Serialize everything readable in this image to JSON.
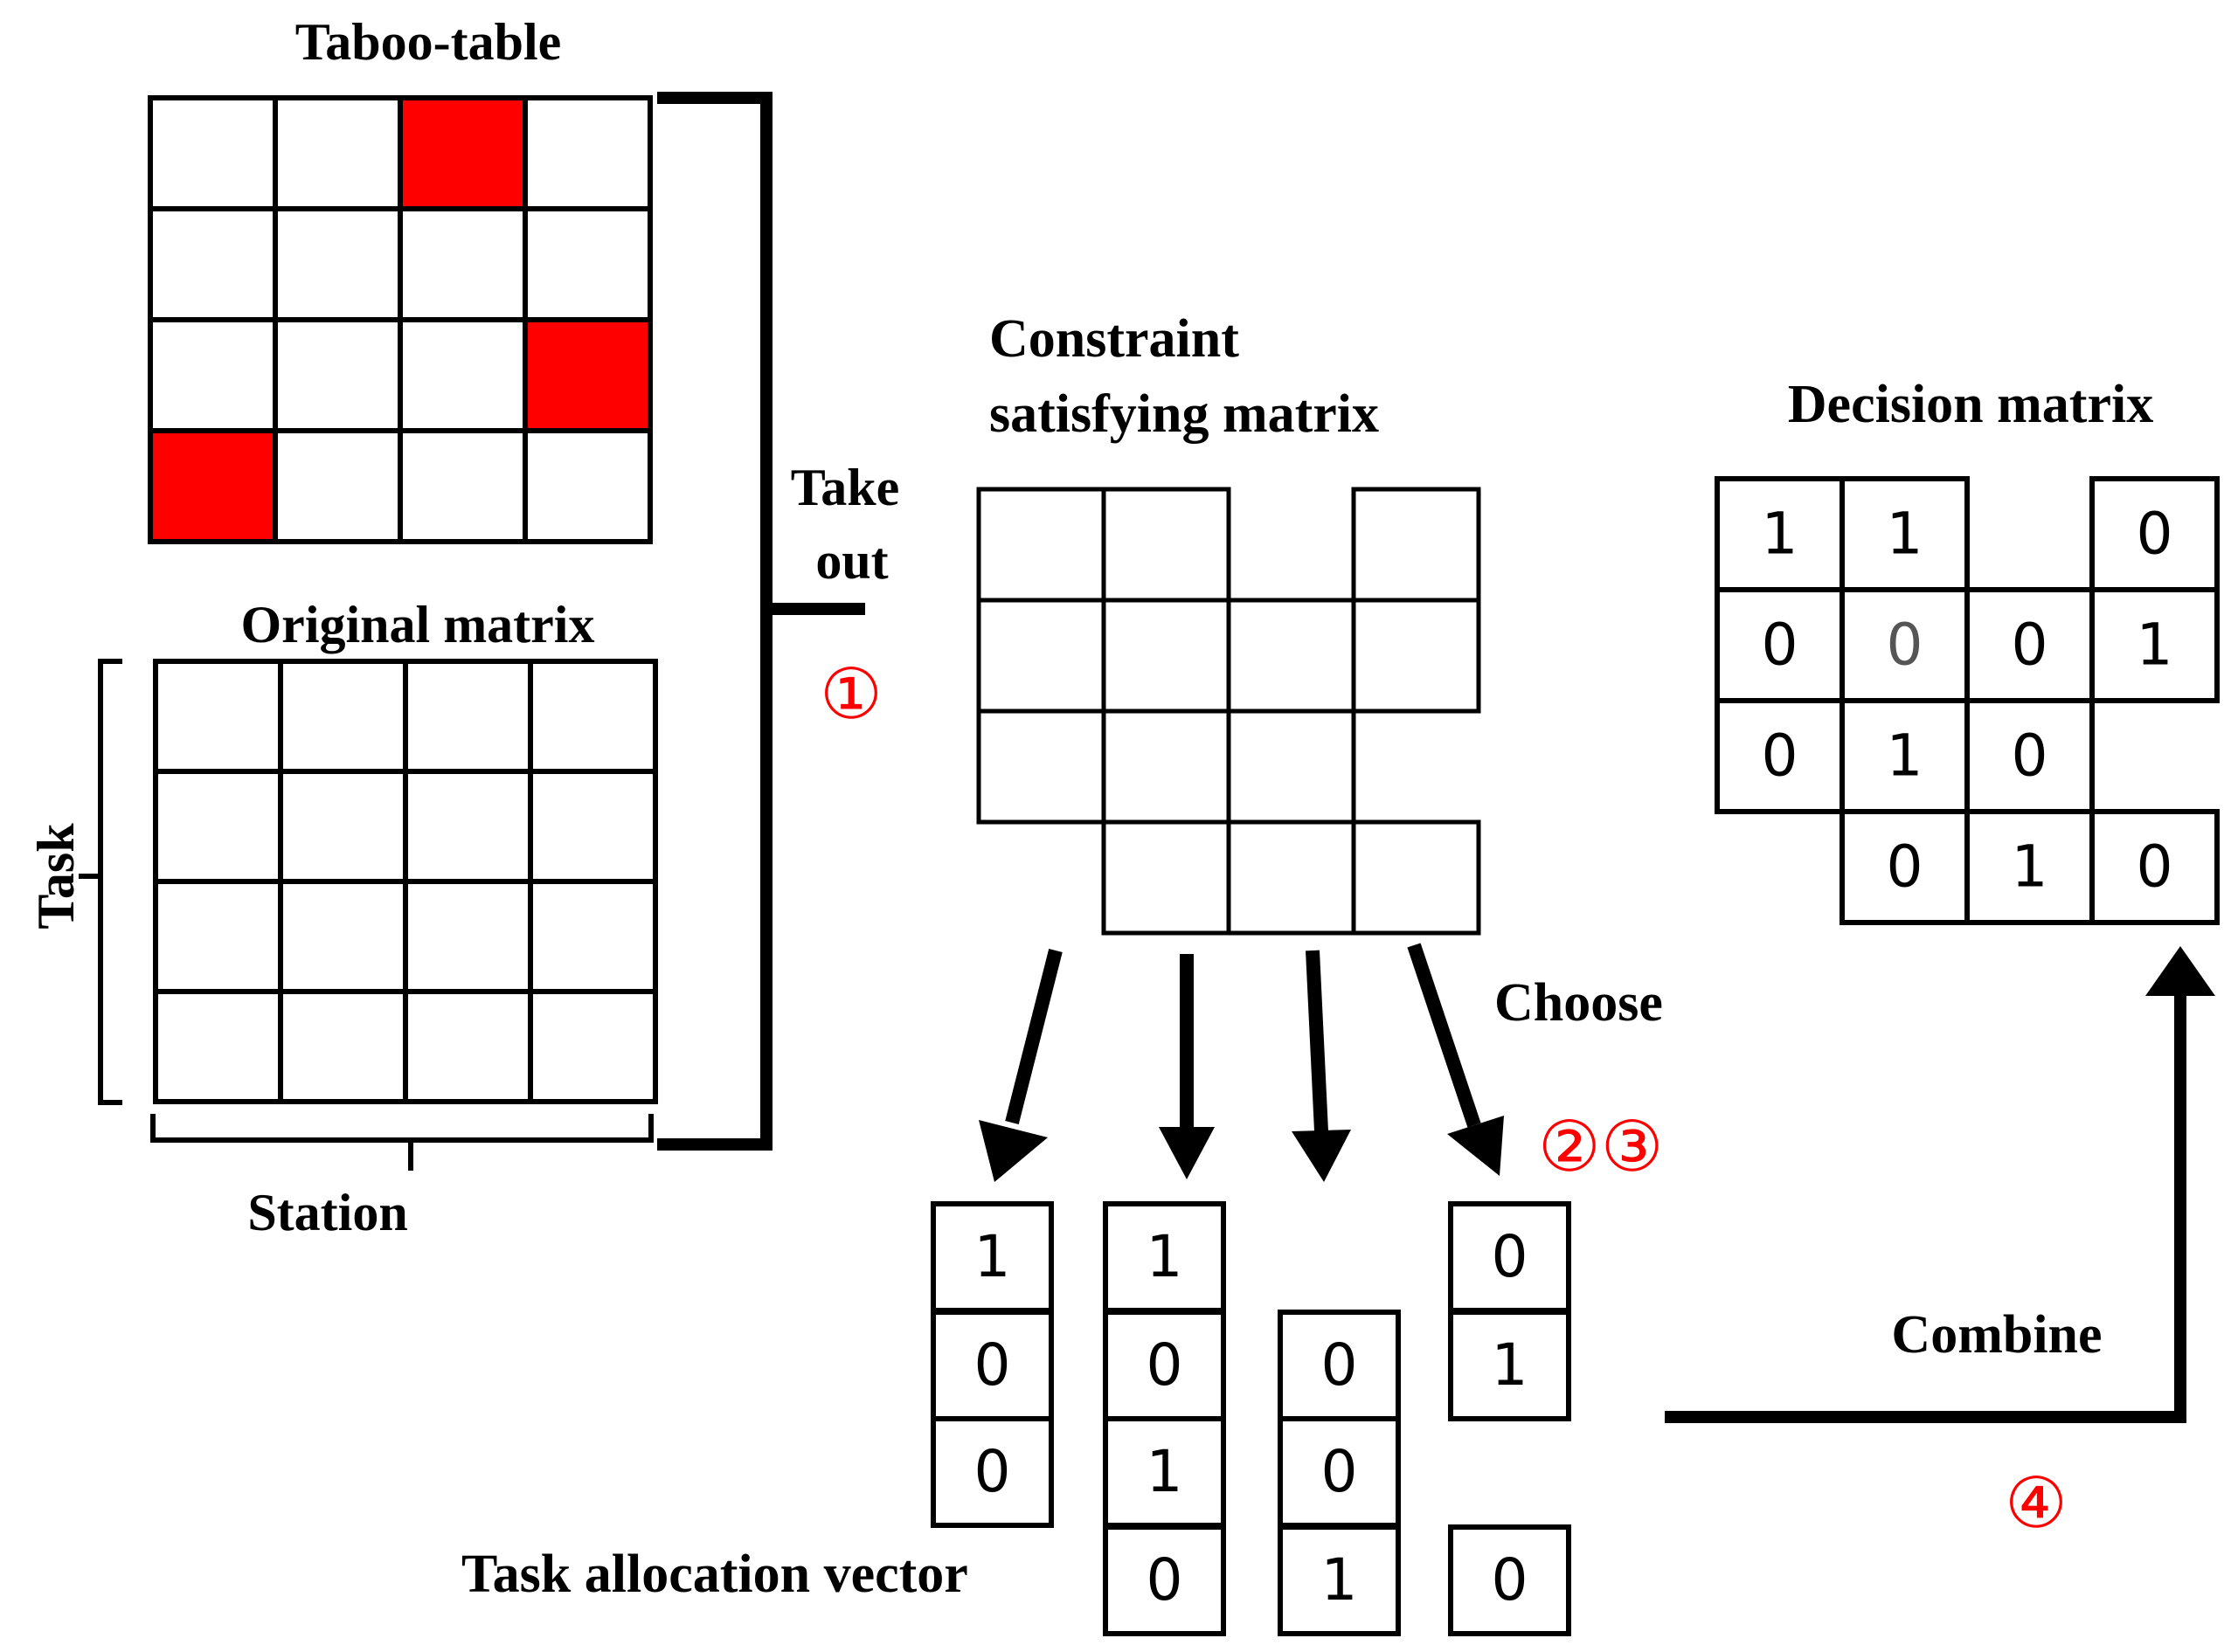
{
  "labels": {
    "taboo_table": "Taboo-table",
    "original_matrix": "Original matrix",
    "task": "Task",
    "station": "Station",
    "take": "Take",
    "out": "out",
    "constraint_line1": "Constraint",
    "constraint_line2": "satisfying matrix",
    "decision_matrix": "Decision matrix",
    "choose": "Choose",
    "combine": "Combine",
    "task_allocation_vector": "Task allocation vector"
  },
  "steps": {
    "step1": "①",
    "step23": "②③",
    "step4": "④"
  },
  "taboo_table": {
    "rows": 4,
    "cols": 4,
    "taboo_cells": [
      [
        0,
        2
      ],
      [
        2,
        3
      ],
      [
        3,
        0
      ]
    ]
  },
  "original_matrix": {
    "rows": 4,
    "cols": 4
  },
  "constraint_matrix": {
    "rows": 4,
    "cols": 4,
    "present": [
      [
        1,
        1,
        0,
        1
      ],
      [
        1,
        1,
        1,
        1
      ],
      [
        1,
        1,
        1,
        0
      ],
      [
        0,
        1,
        1,
        1
      ]
    ]
  },
  "decision_matrix": {
    "values": [
      [
        "1",
        "1",
        null,
        "0"
      ],
      [
        "0",
        "0",
        "0",
        "1"
      ],
      [
        "0",
        "1",
        "0",
        null
      ],
      [
        null,
        "0",
        "1",
        "0"
      ]
    ],
    "faded": [
      [
        1,
        1
      ]
    ]
  },
  "vectors": [
    {
      "cells": [
        {
          "row": 0,
          "value": "1"
        },
        {
          "row": 1,
          "value": "0"
        },
        {
          "row": 2,
          "value": "0"
        }
      ]
    },
    {
      "cells": [
        {
          "row": 0,
          "value": "1"
        },
        {
          "row": 1,
          "value": "0"
        },
        {
          "row": 2,
          "value": "1"
        },
        {
          "row": 3,
          "value": "0"
        }
      ]
    },
    {
      "cells": [
        {
          "row": 1,
          "value": "0"
        },
        {
          "row": 2,
          "value": "0"
        },
        {
          "row": 3,
          "value": "1"
        }
      ]
    },
    {
      "cells": [
        {
          "row": 0,
          "value": "0"
        },
        {
          "row": 1,
          "value": "1"
        },
        {
          "row": 3,
          "value": "0"
        }
      ]
    }
  ],
  "colors": {
    "line": "#000000",
    "taboo_fill": "#ff0000",
    "step_marker": "#ff0000",
    "faded_text": "#555555"
  }
}
